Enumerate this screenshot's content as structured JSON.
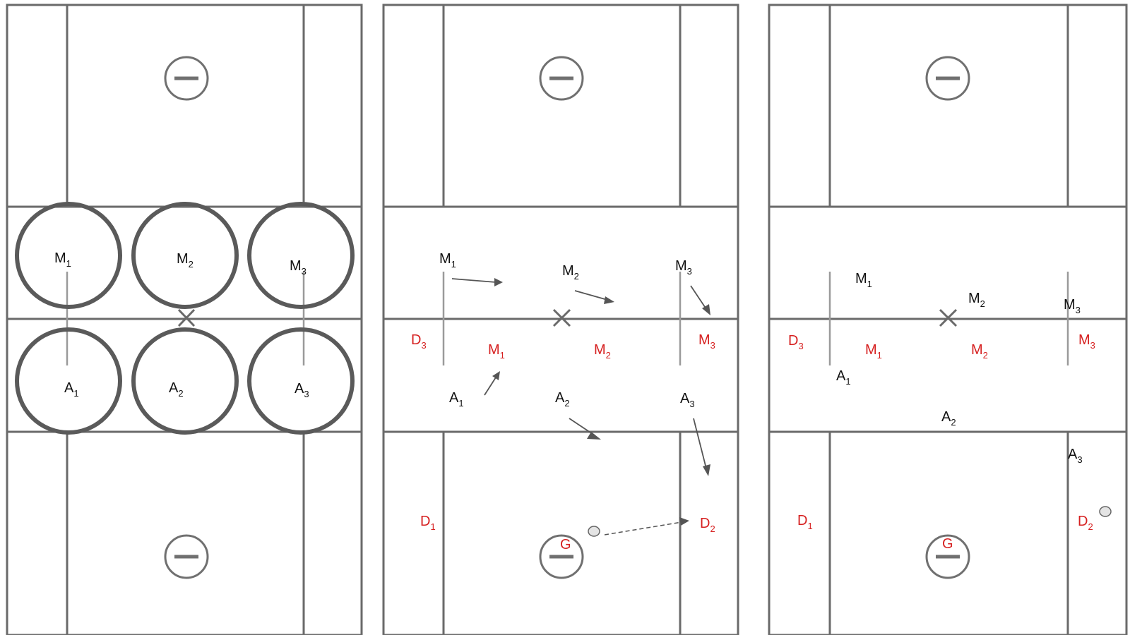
{
  "colors": {
    "offense": "#111111",
    "defense": "#d62020",
    "lines": "#6a6a6a"
  },
  "panels": [
    {
      "players": [
        {
          "letter": "M",
          "sub": "1",
          "team": "offense"
        },
        {
          "letter": "M",
          "sub": "2",
          "team": "offense"
        },
        {
          "letter": "M",
          "sub": "3",
          "team": "offense"
        },
        {
          "letter": "A",
          "sub": "1",
          "team": "offense"
        },
        {
          "letter": "A",
          "sub": "2",
          "team": "offense"
        },
        {
          "letter": "A",
          "sub": "3",
          "team": "offense"
        }
      ]
    },
    {
      "players": [
        {
          "letter": "M",
          "sub": "1",
          "team": "offense"
        },
        {
          "letter": "M",
          "sub": "2",
          "team": "offense"
        },
        {
          "letter": "M",
          "sub": "3",
          "team": "offense"
        },
        {
          "letter": "D",
          "sub": "3",
          "team": "defense"
        },
        {
          "letter": "M",
          "sub": "1",
          "team": "defense"
        },
        {
          "letter": "M",
          "sub": "2",
          "team": "defense"
        },
        {
          "letter": "M",
          "sub": "3",
          "team": "defense"
        },
        {
          "letter": "A",
          "sub": "1",
          "team": "offense"
        },
        {
          "letter": "A",
          "sub": "2",
          "team": "offense"
        },
        {
          "letter": "A",
          "sub": "3",
          "team": "offense"
        },
        {
          "letter": "D",
          "sub": "1",
          "team": "defense"
        },
        {
          "letter": "D",
          "sub": "2",
          "team": "defense"
        },
        {
          "letter": "G",
          "sub": "",
          "team": "defense"
        }
      ]
    },
    {
      "players": [
        {
          "letter": "M",
          "sub": "1",
          "team": "offense"
        },
        {
          "letter": "M",
          "sub": "2",
          "team": "offense"
        },
        {
          "letter": "M",
          "sub": "3",
          "team": "offense"
        },
        {
          "letter": "D",
          "sub": "3",
          "team": "defense"
        },
        {
          "letter": "M",
          "sub": "1",
          "team": "defense"
        },
        {
          "letter": "M",
          "sub": "2",
          "team": "defense"
        },
        {
          "letter": "M",
          "sub": "3",
          "team": "defense"
        },
        {
          "letter": "A",
          "sub": "1",
          "team": "offense"
        },
        {
          "letter": "A",
          "sub": "2",
          "team": "offense"
        },
        {
          "letter": "A",
          "sub": "3",
          "team": "offense"
        },
        {
          "letter": "D",
          "sub": "1",
          "team": "defense"
        },
        {
          "letter": "D",
          "sub": "2",
          "team": "defense"
        },
        {
          "letter": "G",
          "sub": "",
          "team": "defense"
        }
      ]
    }
  ]
}
